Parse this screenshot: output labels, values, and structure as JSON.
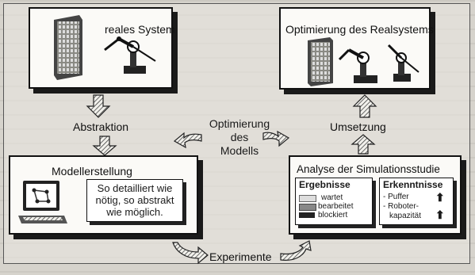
{
  "boxes": {
    "real_system": {
      "title": "reales System"
    },
    "optimization": {
      "title": "Optimierung des Realsystems"
    },
    "model_creation": {
      "title": "Modellerstellung",
      "note_lines": [
        "So detailliert wie",
        "nötig, so abstrakt",
        "wie möglich."
      ]
    },
    "analysis": {
      "title": "Analyse der Simulationsstudie",
      "results": {
        "title": "Ergebnisse",
        "legend": [
          "wartet",
          "bearbeitet",
          "blockiert"
        ]
      },
      "findings": {
        "title": "Erkenntnisse",
        "items": [
          "- Puffer",
          "- Roboter-",
          "kapazität"
        ]
      }
    }
  },
  "arrows": {
    "abstraction": "Abstraktion",
    "model_optimization_lines": [
      "Optimierung",
      "des",
      "Modells"
    ],
    "implementation": "Umsetzung",
    "experiments": "Experimente"
  },
  "colors": {
    "box_fill": "#fbfaf7",
    "shadow": "#1a1a1a",
    "hatch": "#555555"
  }
}
